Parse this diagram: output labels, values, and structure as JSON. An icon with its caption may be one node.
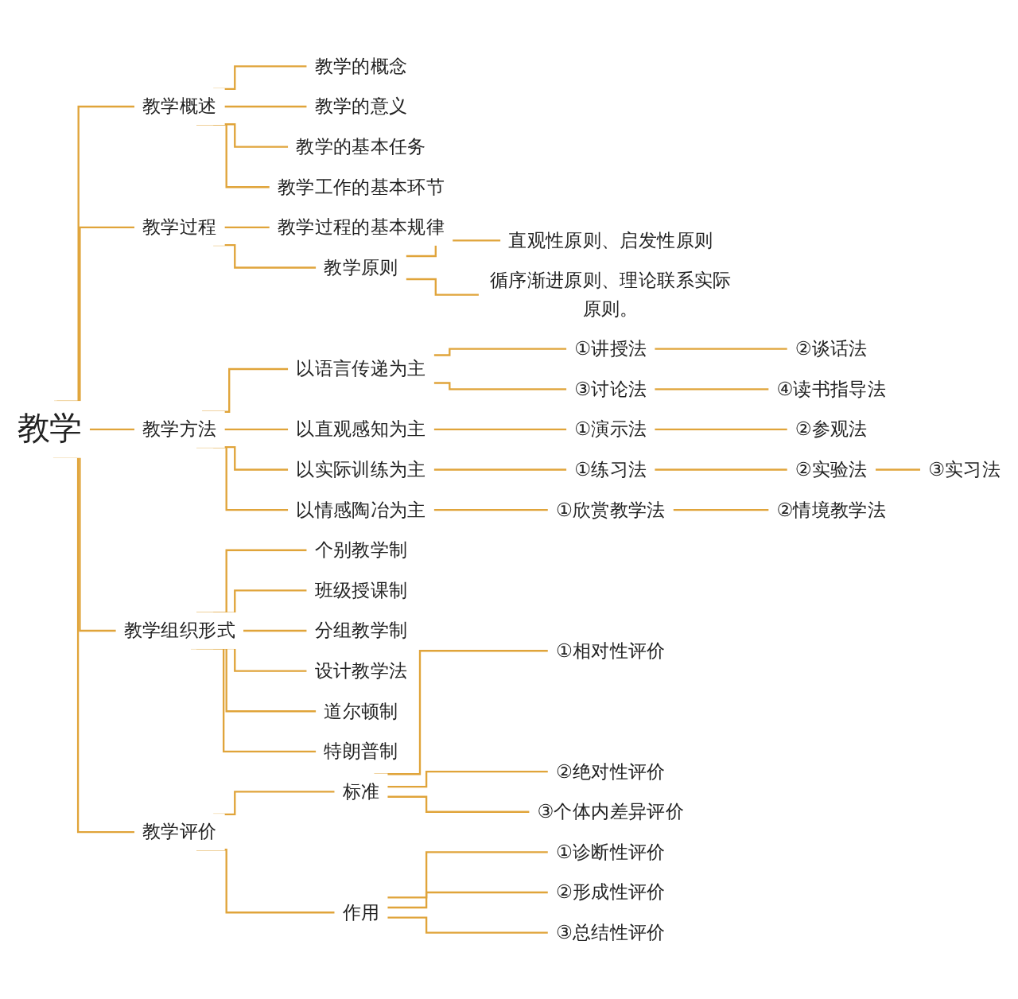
{
  "diagram": {
    "nodes": [
      {
        "text": [
          "教学"
        ]
      },
      {
        "text": [
          "教学概述"
        ]
      },
      {
        "text": [
          "教学的概念"
        ]
      },
      {
        "text": [
          "教学的意义"
        ]
      },
      {
        "text": [
          "教学的基本任务"
        ]
      },
      {
        "text": [
          "教学工作的基本环节"
        ]
      },
      {
        "text": [
          "教学过程"
        ]
      },
      {
        "text": [
          "教学过程的基本规律"
        ]
      },
      {
        "text": [
          "教学原则"
        ]
      },
      {
        "text": [
          "直观性原则、启发性原则"
        ]
      },
      {
        "text": [
          "循序渐进原则、理论联系实际原则。"
        ]
      },
      {
        "text": [
          "教学方法"
        ]
      },
      {
        "text": [
          "以语言传递为主"
        ]
      },
      {
        "text": [
          "①讲授法"
        ]
      },
      {
        "text": [
          "②谈话法"
        ]
      },
      {
        "text": [
          "③讨论法"
        ]
      },
      {
        "text": [
          "④读书指导法"
        ]
      },
      {
        "text": [
          "以直观感知为主"
        ]
      },
      {
        "text": [
          "①演示法"
        ]
      },
      {
        "text": [
          "②参观法"
        ]
      },
      {
        "text": [
          "以实际训练为主"
        ]
      },
      {
        "text": [
          "①练习法"
        ]
      },
      {
        "text": [
          "②实验法"
        ]
      },
      {
        "text": [
          "③实习法"
        ]
      },
      {
        "text": [
          "以情感陶冶为主"
        ]
      },
      {
        "text": [
          "①欣赏教学法"
        ]
      },
      {
        "text": [
          "②情境教学法"
        ]
      },
      {
        "text": [
          "教学组织形式"
        ]
      },
      {
        "text": [
          "个别教学制"
        ]
      },
      {
        "text": [
          "班级授课制"
        ]
      },
      {
        "text": [
          "分组教学制"
        ]
      },
      {
        "text": [
          "设计教学法"
        ]
      },
      {
        "text": [
          "道尔顿制"
        ]
      },
      {
        "text": [
          "特朗普制"
        ]
      },
      {
        "text": [
          "教学评价"
        ]
      },
      {
        "text": [
          "标准"
        ]
      },
      {
        "text": [
          "①相对性评价"
        ]
      },
      {
        "text": [
          "②绝对性评价"
        ]
      },
      {
        "text": [
          "③个体内差异评价"
        ]
      },
      {
        "text": [
          "作用"
        ]
      },
      {
        "text": [
          "①诊断性评价"
        ]
      },
      {
        "text": [
          "②形成性评价"
        ]
      },
      {
        "text": [
          "③总结性评价"
        ]
      }
    ],
    "edges": [
      {
        "from": 0,
        "to": 1,
        "arrow": "none"
      },
      {
        "from": 1,
        "to": 2,
        "arrow": "none"
      },
      {
        "from": 1,
        "to": 3,
        "arrow": "none"
      },
      {
        "from": 1,
        "to": 4,
        "arrow": "none"
      },
      {
        "from": 1,
        "to": 5,
        "arrow": "none"
      },
      {
        "from": 0,
        "to": 6,
        "arrow": "none"
      },
      {
        "from": 6,
        "to": 7,
        "arrow": "none"
      },
      {
        "from": 6,
        "to": 8,
        "arrow": "none"
      },
      {
        "from": 8,
        "to": 9,
        "arrow": "none"
      },
      {
        "from": 8,
        "to": 10,
        "arrow": "none"
      },
      {
        "from": 0,
        "to": 11,
        "arrow": "none"
      },
      {
        "from": 11,
        "to": 12,
        "arrow": "none"
      },
      {
        "from": 12,
        "to": 13,
        "arrow": "none"
      },
      {
        "from": 13,
        "to": 14,
        "arrow": "none"
      },
      {
        "from": 12,
        "to": 15,
        "arrow": "none"
      },
      {
        "from": 15,
        "to": 16,
        "arrow": "none"
      },
      {
        "from": 11,
        "to": 17,
        "arrow": "none"
      },
      {
        "from": 17,
        "to": 18,
        "arrow": "none"
      },
      {
        "from": 18,
        "to": 19,
        "arrow": "none"
      },
      {
        "from": 11,
        "to": 20,
        "arrow": "none"
      },
      {
        "from": 20,
        "to": 21,
        "arrow": "none"
      },
      {
        "from": 21,
        "to": 22,
        "arrow": "none"
      },
      {
        "from": 22,
        "to": 23,
        "arrow": "none"
      },
      {
        "from": 11,
        "to": 24,
        "arrow": "none"
      },
      {
        "from": 24,
        "to": 25,
        "arrow": "none"
      },
      {
        "from": 25,
        "to": 26,
        "arrow": "none"
      },
      {
        "from": 0,
        "to": 27,
        "arrow": "none"
      },
      {
        "from": 27,
        "to": 28,
        "arrow": "none"
      },
      {
        "from": 27,
        "to": 29,
        "arrow": "none"
      },
      {
        "from": 27,
        "to": 30,
        "arrow": "none"
      },
      {
        "from": 27,
        "to": 31,
        "arrow": "none"
      },
      {
        "from": 27,
        "to": 32,
        "arrow": "none"
      },
      {
        "from": 27,
        "to": 33,
        "arrow": "none"
      },
      {
        "from": 0,
        "to": 34,
        "arrow": "none"
      },
      {
        "from": 34,
        "to": 35,
        "arrow": "none"
      },
      {
        "from": 35,
        "to": 36,
        "arrow": "none"
      },
      {
        "from": 35,
        "to": 37,
        "arrow": "none"
      },
      {
        "from": 35,
        "to": 38,
        "arrow": "none"
      },
      {
        "from": 34,
        "to": 39,
        "arrow": "none"
      },
      {
        "from": 39,
        "to": 40,
        "arrow": "none"
      },
      {
        "from": 39,
        "to": 41,
        "arrow": "none"
      },
      {
        "from": 39,
        "to": 42,
        "arrow": "none"
      }
    ]
  }
}
